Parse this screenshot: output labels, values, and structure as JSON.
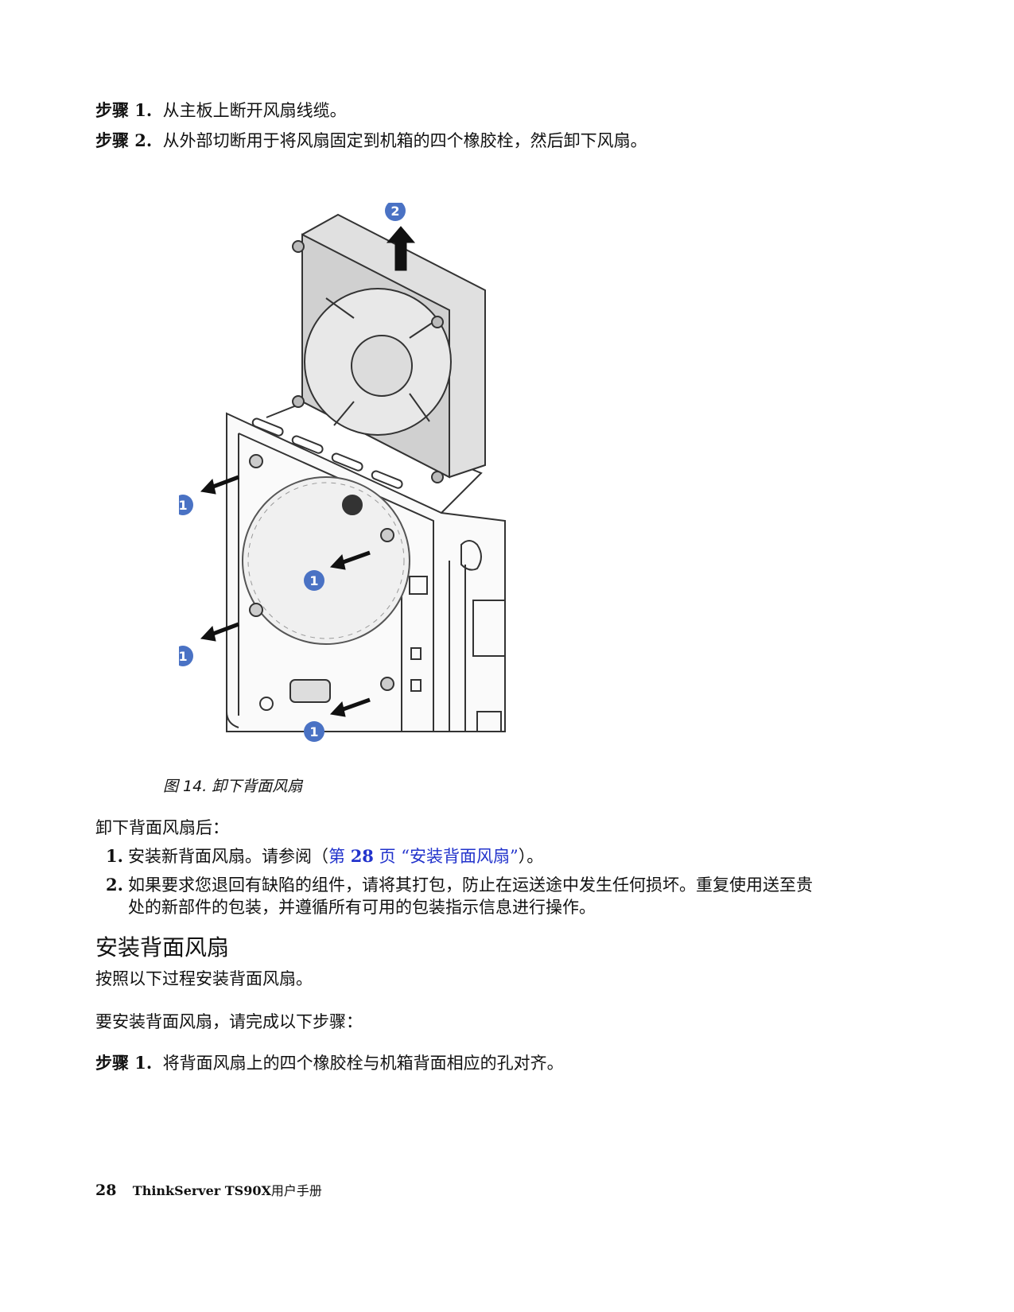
{
  "steps_top": [
    {
      "label": "步骤 1.",
      "text": "从主板上断开风扇线缆。"
    },
    {
      "label": "步骤 2.",
      "text": "从外部切断用于将风扇固定到机箱的四个橡胶栓，然后卸下风扇。"
    }
  ],
  "figure": {
    "callouts": [
      "2",
      "1",
      "1",
      "1",
      "1"
    ],
    "caption": "图 14.  卸下背面风扇"
  },
  "after_removal": {
    "heading": "卸下背面风扇后：",
    "items": [
      {
        "num": "1.",
        "before": "安装新背面风扇。请参阅（",
        "link_a": "第 ",
        "link_page": "28",
        "link_b": " 页 “安装背面风扇”",
        "after": "）。"
      },
      {
        "num": "2.",
        "line1": "如果要求您退回有缺陷的组件，请将其打包，防止在运送途中发生任何损坏。重复使用送至贵",
        "line2": "处的新部件的包装，并遵循所有可用的包装指示信息进行操作。"
      }
    ]
  },
  "install_section": {
    "title": "安装背面风扇",
    "intro": "按照以下过程安装背面风扇。",
    "lead": "要安装背面风扇，请完成以下步骤：",
    "step": {
      "label": "步骤 1.",
      "text": "将背面风扇上的四个橡胶栓与机箱背面相应的孔对齐。"
    }
  },
  "footer": {
    "page": "28",
    "product": "ThinkServer TS90X",
    "manual": "用户手册"
  },
  "colors": {
    "callout": "#4a72c4",
    "link": "#2233cc"
  }
}
